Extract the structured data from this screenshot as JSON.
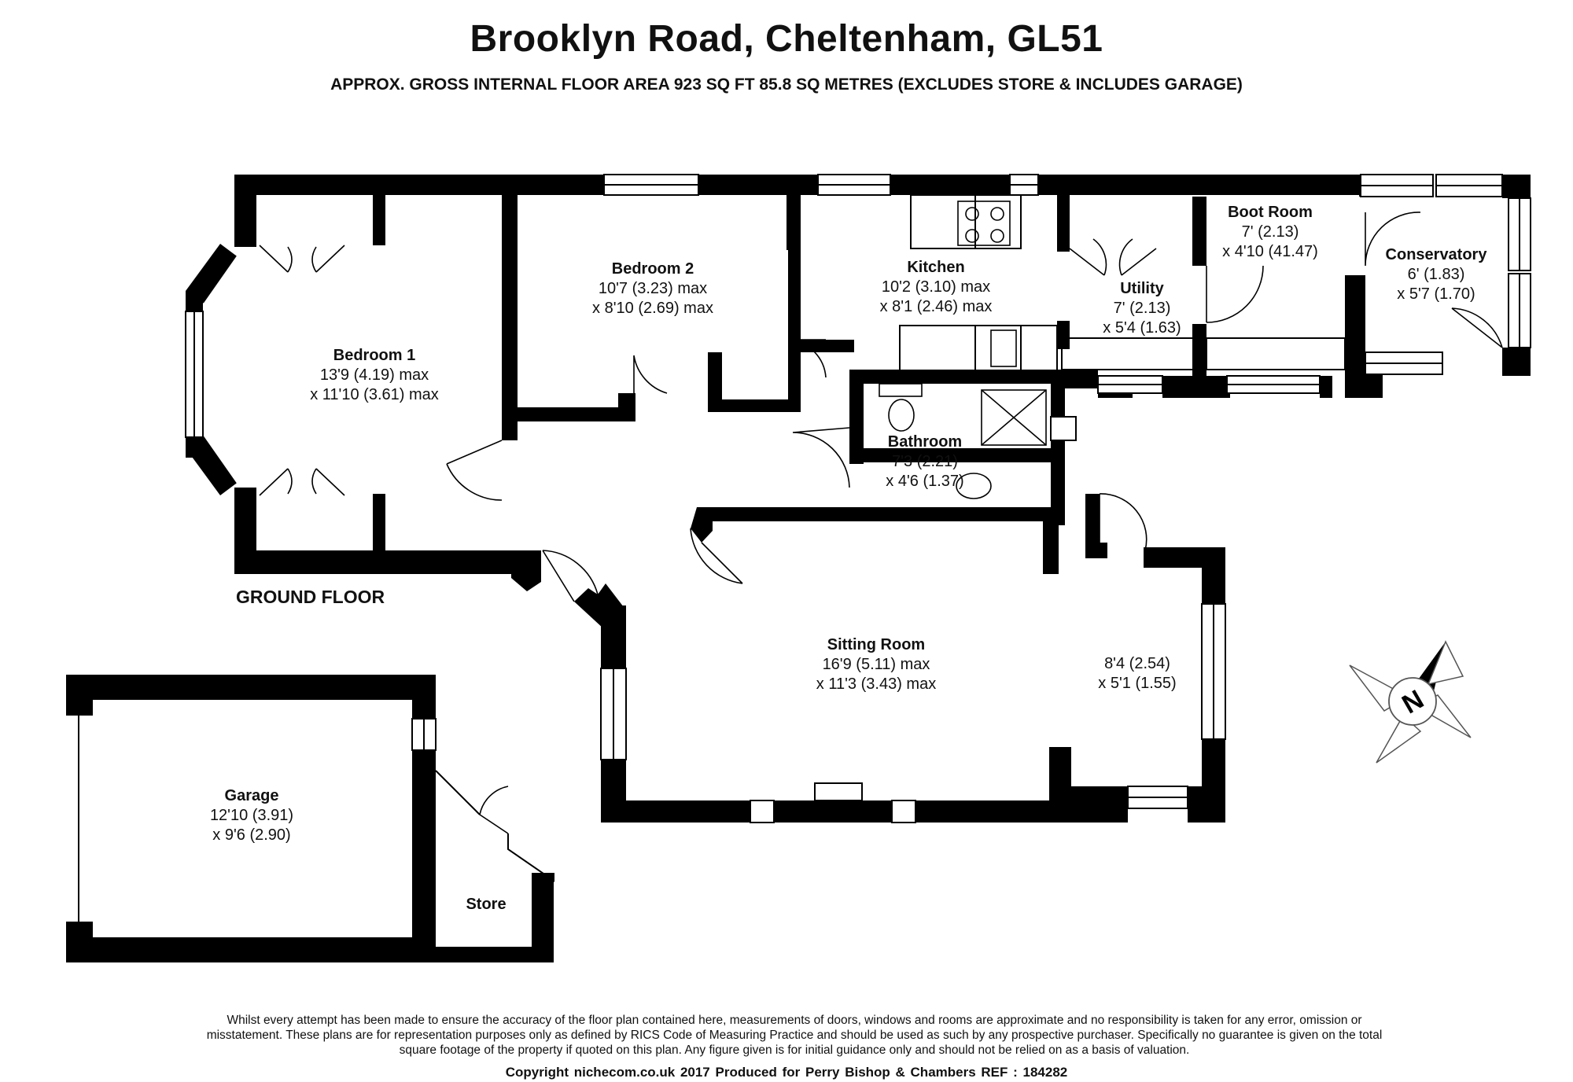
{
  "title": "Brooklyn Road, Cheltenham, GL51",
  "subtitle": "APPROX. GROSS INTERNAL FLOOR AREA 923 SQ FT 85.8 SQ METRES (EXCLUDES STORE & INCLUDES GARAGE)",
  "floor_label": "GROUND FLOOR",
  "rooms": {
    "bedroom1": {
      "name": "Bedroom 1",
      "dim1": "13'9 (4.19) max",
      "dim2": "x 11'10 (3.61) max"
    },
    "bedroom2": {
      "name": "Bedroom 2",
      "dim1": "10'7 (3.23) max",
      "dim2": "x 8'10 (2.69) max"
    },
    "kitchen": {
      "name": "Kitchen",
      "dim1": "10'2 (3.10) max",
      "dim2": "x 8'1 (2.46) max"
    },
    "utility": {
      "name": "Utility",
      "dim1": "7' (2.13)",
      "dim2": "x 5'4 (1.63)"
    },
    "boot_room": {
      "name": "Boot Room",
      "dim1": "7' (2.13)",
      "dim2": "x 4'10 (41.47)"
    },
    "conservatory": {
      "name": "Conservatory",
      "dim1": "6' (1.83)",
      "dim2": "x 5'7 (1.70)"
    },
    "bathroom": {
      "name": "Bathroom",
      "dim1": "7'3 (2.21)",
      "dim2": "x 4'6 (1.37)"
    },
    "sitting_room": {
      "name": "Sitting Room",
      "dim1": "16'9 (5.11) max",
      "dim2": "x 11'3 (3.43) max"
    },
    "sitting_bay": {
      "dim1": "8'4 (2.54)",
      "dim2": "x 5'1 (1.55)"
    },
    "garage": {
      "name": "Garage",
      "dim1": "12'10 (3.91)",
      "dim2": "x 9'6 (2.90)"
    },
    "store": {
      "name": "Store"
    }
  },
  "compass": {
    "label": "N"
  },
  "disclaimer": "Whilst every attempt has been made to ensure the accuracy of the floor plan contained here, measurements of doors, windows and rooms are approximate and no responsibility is taken for any error, omission or misstatement. These plans are for representation purposes only as defined by RICS Code of Measuring Practice and should be used as such by any prospective purchaser. Specifically no guarantee is given on the total square footage of the property if quoted on this plan. Any figure given is for initial guidance only and should not be relied on as a basis of valuation.",
  "copyright": "Copyright nichecom.co.uk 2017     Produced for Perry Bishop & Chambers    REF :  184282",
  "colors": {
    "wall": "#000000",
    "background": "#ffffff",
    "fixture": "#555555"
  }
}
